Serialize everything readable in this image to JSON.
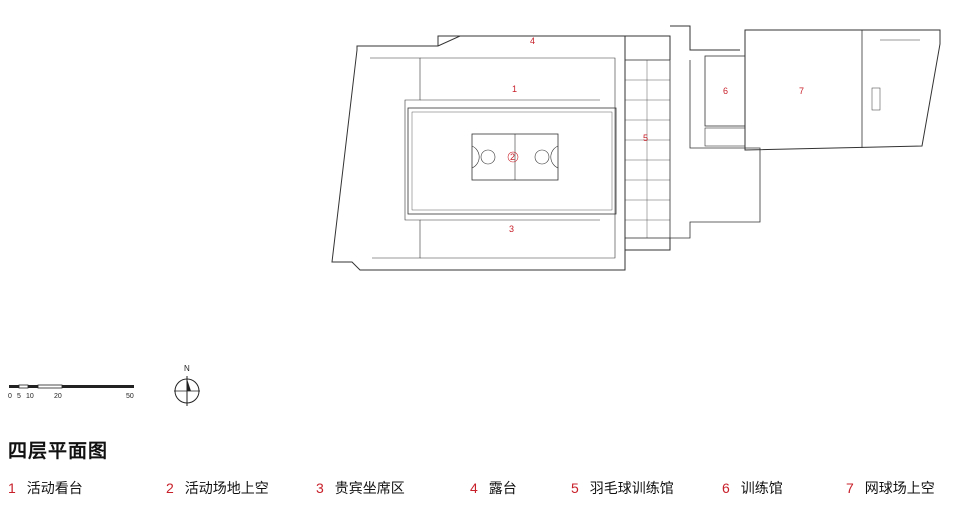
{
  "plan_labels": [
    "1",
    "2",
    "3",
    "4",
    "5",
    "6",
    "7"
  ],
  "scale": {
    "ticks": [
      "0",
      "5",
      "10",
      "20",
      "50"
    ]
  },
  "north": {
    "label": "N"
  },
  "title": "四层平面图",
  "legend": [
    {
      "num": "1",
      "text": "活动看台"
    },
    {
      "num": "2",
      "text": "活动场地上空"
    },
    {
      "num": "3",
      "text": "贵宾坐席区"
    },
    {
      "num": "4",
      "text": "露台"
    },
    {
      "num": "5",
      "text": "羽毛球训练馆"
    },
    {
      "num": "6",
      "text": "训练馆"
    },
    {
      "num": "7",
      "text": "网球场上空"
    }
  ],
  "colors": {
    "accent": "#c8202a",
    "line": "#333333"
  }
}
